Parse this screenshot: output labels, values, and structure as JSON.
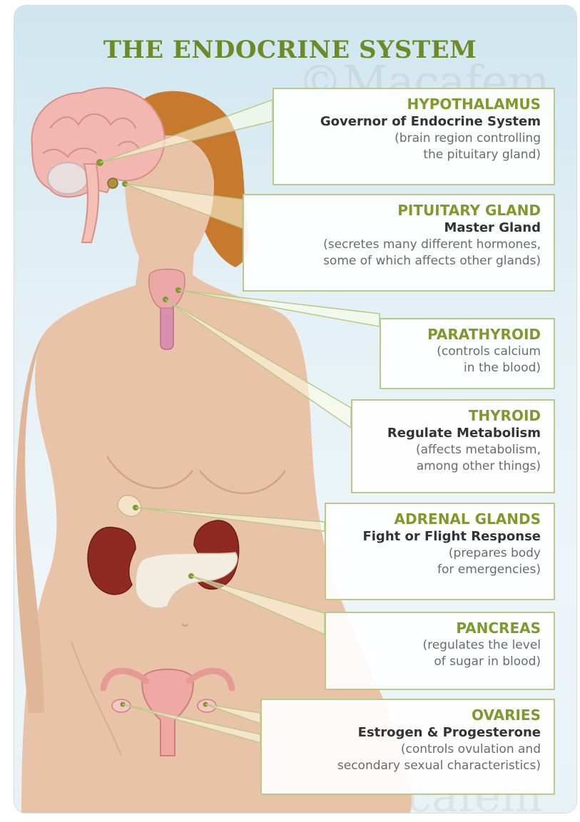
{
  "title": "THE ENDOCRINE SYSTEM",
  "watermark": "©Macafem",
  "colors": {
    "accent": "#7d9a2a",
    "border": "#b9c98a",
    "skin": "#e9c3a8",
    "hair": "#c77a2e",
    "brain": "#f2b7b0",
    "kidney": "#8e2a22"
  },
  "glands": [
    {
      "name": "HYPOTHALAMUS",
      "role": "Governor of Endocrine System",
      "desc": "(brain region controlling\nthe pituitary gland)"
    },
    {
      "name": "PITUITARY GLAND",
      "role": "Master Gland",
      "desc": "(secretes many different hormones,\nsome of which affects other glands)"
    },
    {
      "name": "PARATHYROID",
      "role": "",
      "desc": "(controls calcium\nin the blood)"
    },
    {
      "name": "THYROID",
      "role": "Regulate Metabolism",
      "desc": "(affects metabolism,\namong other things)"
    },
    {
      "name": "ADRENAL GLANDS",
      "role": "Fight or Flight Response",
      "desc": "(prepares body\nfor emergencies)"
    },
    {
      "name": "PANCREAS",
      "role": "",
      "desc": "(regulates the level\nof sugar in blood)"
    },
    {
      "name": "OVARIES",
      "role": "Estrogen & Progesterone",
      "desc": "(controls ovulation and\nsecondary sexual characteristics)"
    }
  ]
}
